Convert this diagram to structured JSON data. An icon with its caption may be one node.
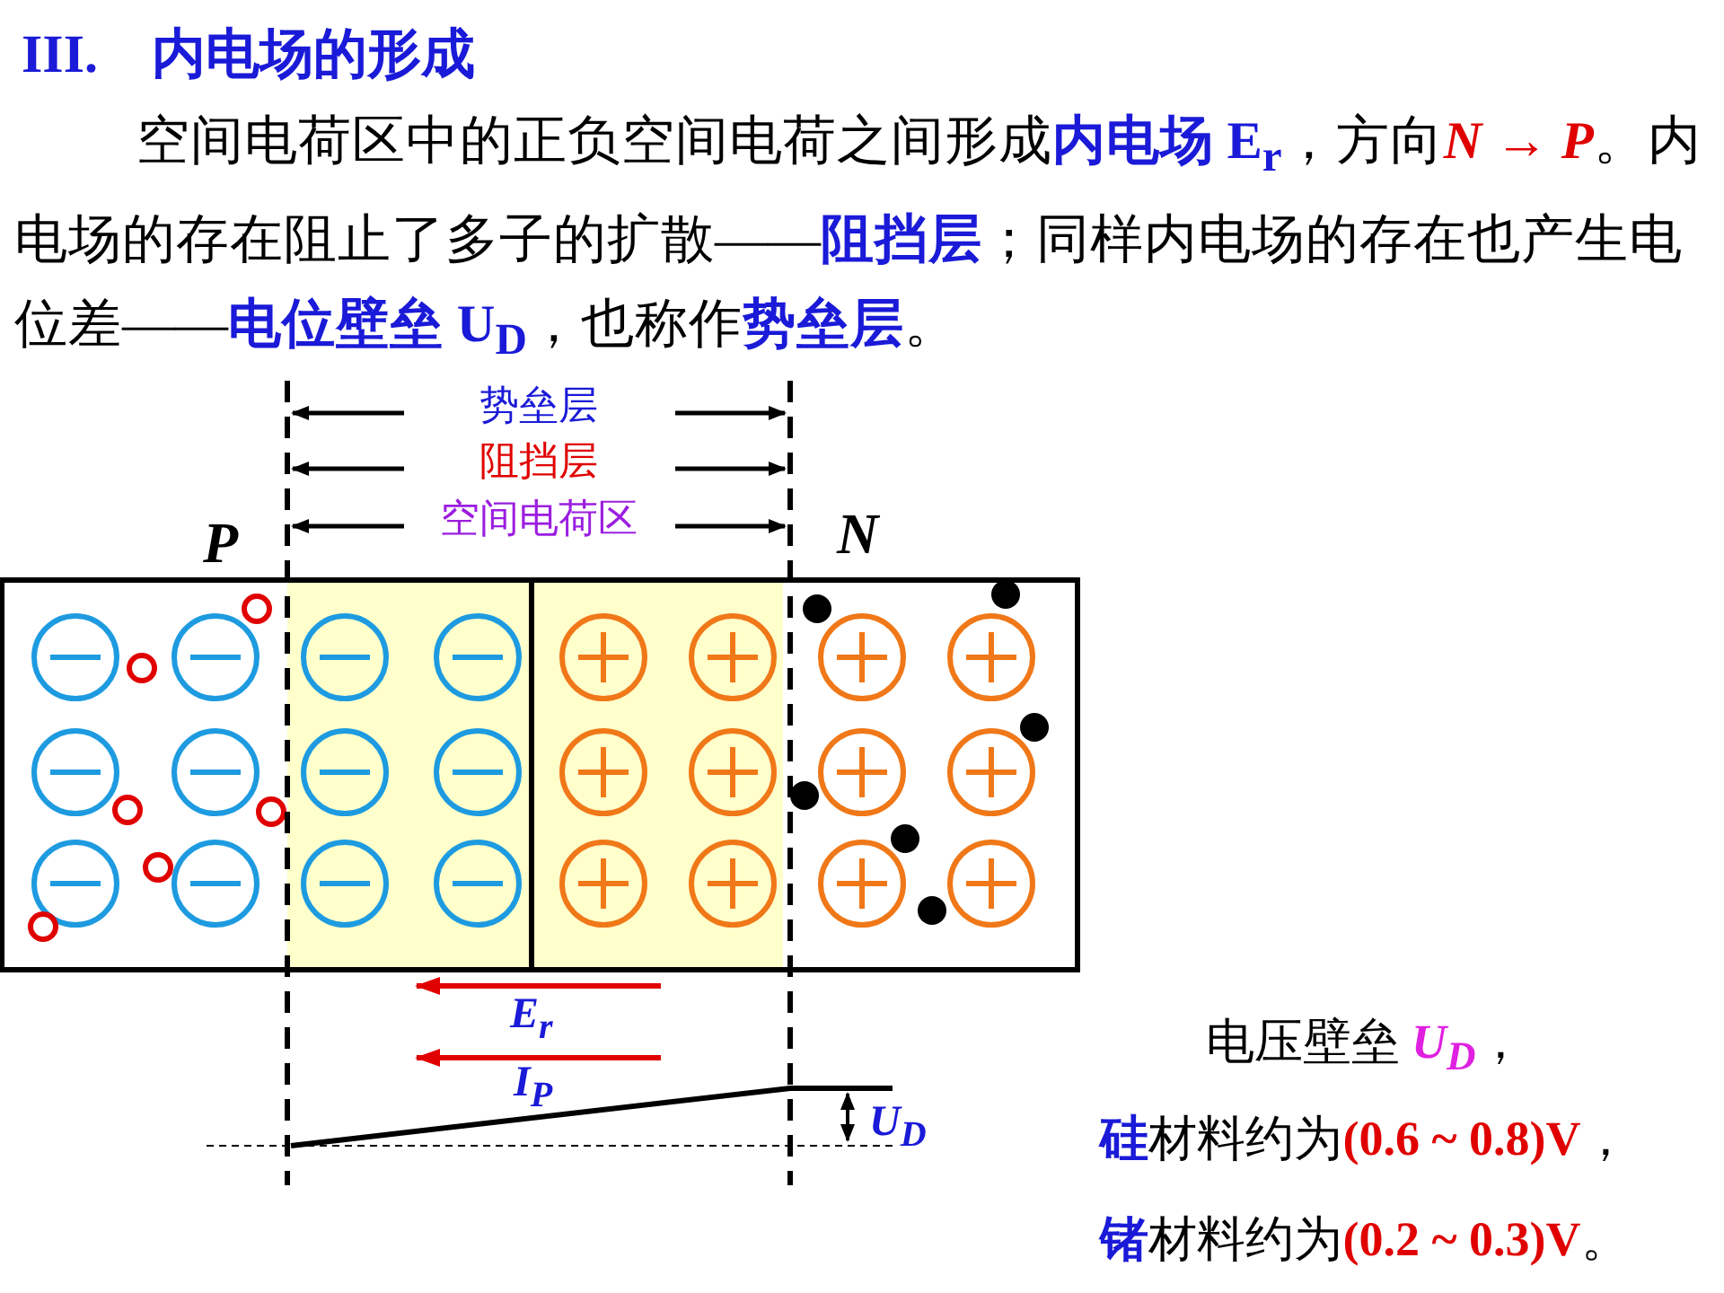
{
  "diagram": {
    "title": "III.　内电场的形成",
    "labels": [
      "空间电荷区中的正负空间电荷之间形成**内电场 E$_{r}$**，方向**N → P**。内电场的存在阻止了多子的扩散——**阻挡层**；同样内电场的存在也产生电位差——**电位壁垒 U$_{D}$**，也称作**势垒层**。",
      "势垒层",
      "阻挡层",
      "空间电荷区",
      "P",
      "N",
      "E$_{r}$",
      "I$_{P}$",
      "U$_{D}$",
      "电压壁垒 **U$_{D}$**，",
      "**硅**材料约为**(0.6 ~ 0.8)V**，",
      "**锗**材料约为**(0.2 ~ 0.3)V**。"
    ]
  }
}
